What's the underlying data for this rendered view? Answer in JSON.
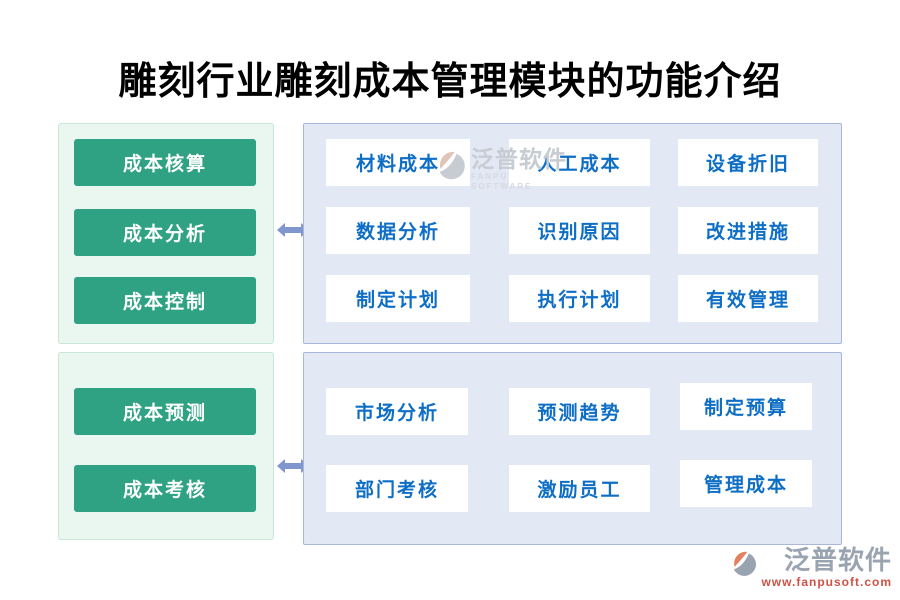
{
  "title": "雕刻行业雕刻成本管理模块的功能介绍",
  "colors": {
    "green_button": "#2FA283",
    "green_container_bg": "#EAF6F0",
    "green_container_border": "#C9E6D7",
    "blue_panel_bg": "#E2E9F5",
    "blue_panel_border": "#A9B7DB",
    "tile_text": "#0E6EC5",
    "arrow": "#8096CE",
    "brand_gray": "#9AA3B0",
    "brand_orange": "#E2805F",
    "brand_url_red": "#CE5246"
  },
  "sections": [
    {
      "left_items": [
        "成本核算",
        "成本分析",
        "成本控制"
      ],
      "tiles": [
        "材料成本",
        "人工成本",
        "设备折旧",
        "数据分析",
        "识别原因",
        "改进措施",
        "制定计划",
        "执行计划",
        "有效管理"
      ]
    },
    {
      "left_items": [
        "成本预测",
        "成本考核"
      ],
      "tiles": [
        "市场分析",
        "预测趋势",
        "制定预算",
        "部门考核",
        "激励员工",
        "管理成本"
      ]
    }
  ],
  "watermark": {
    "text": "泛普软件",
    "subtext": "FANPU SOFTWARE"
  },
  "footer": {
    "brand": "泛普软件",
    "url": "www.fanpusoft.com"
  }
}
